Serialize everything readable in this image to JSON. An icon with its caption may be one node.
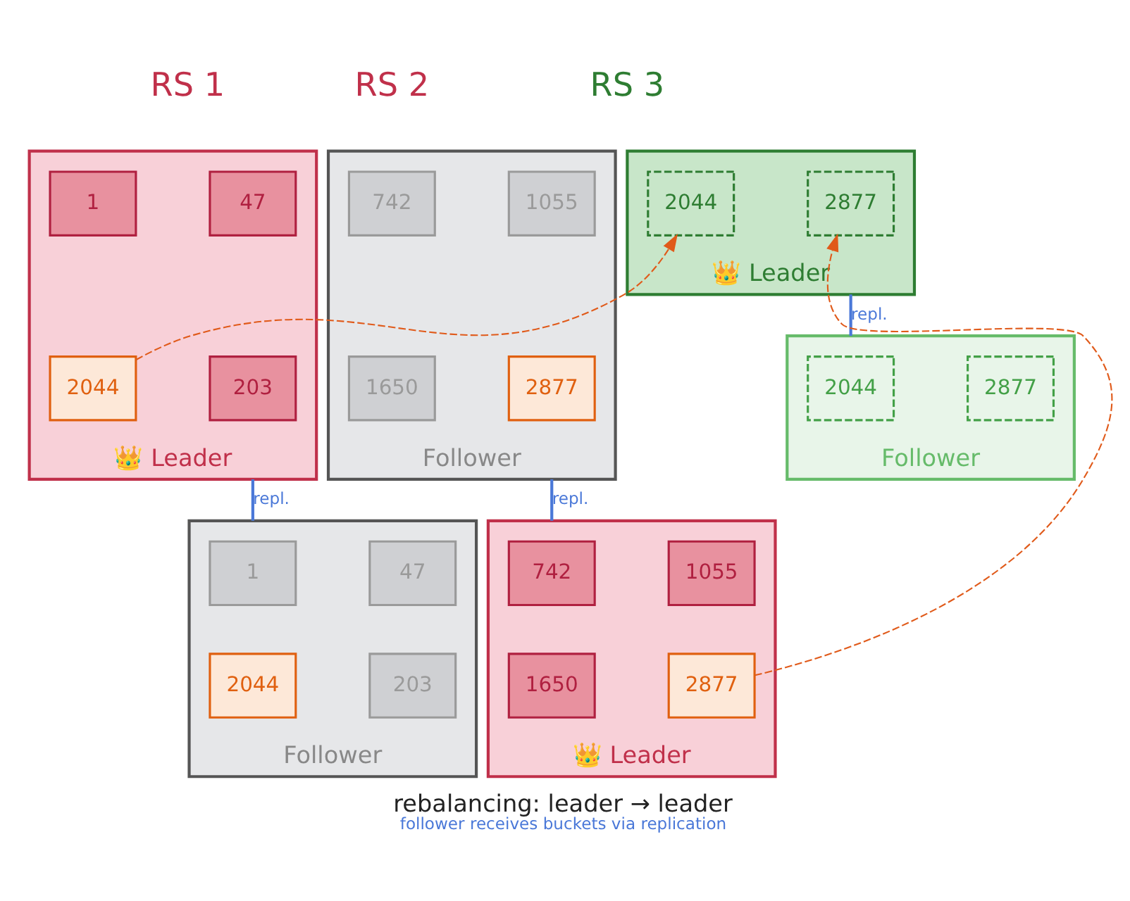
{
  "diagram": {
    "title": "rebalancing: leader → leader",
    "caption": "follower receives buckets via replication",
    "nodes": [
      {
        "text": [
          "👑 Leader"
        ]
      },
      {
        "text": [
          "1"
        ],
        "in": 0
      },
      {
        "text": [
          "47"
        ],
        "in": 0
      },
      {
        "text": [
          "2044"
        ],
        "in": 0
      },
      {
        "text": [
          "203"
        ],
        "in": 0
      },
      {
        "text": [
          "Follower"
        ]
      },
      {
        "text": [
          "742"
        ],
        "in": 5
      },
      {
        "text": [
          "1055"
        ],
        "in": 5
      },
      {
        "text": [
          "1650"
        ],
        "in": 5
      },
      {
        "text": [
          "2877"
        ],
        "in": 5
      },
      {
        "text": [
          "👑 Leader"
        ]
      },
      {
        "text": [
          "2044"
        ],
        "in": 10
      },
      {
        "text": [
          "2877"
        ],
        "in": 10
      },
      {
        "text": [
          "Follower"
        ]
      },
      {
        "text": [
          "1"
        ],
        "in": 13
      },
      {
        "text": [
          "47"
        ],
        "in": 13
      },
      {
        "text": [
          "2044"
        ],
        "in": 13
      },
      {
        "text": [
          "203"
        ],
        "in": 13
      },
      {
        "text": [
          "👑 Leader"
        ]
      },
      {
        "text": [
          "742"
        ],
        "in": 18
      },
      {
        "text": [
          "1055"
        ],
        "in": 18
      },
      {
        "text": [
          "1650"
        ],
        "in": 18
      },
      {
        "text": [
          "2877"
        ],
        "in": 18
      },
      {
        "text": [
          "Follower"
        ]
      },
      {
        "text": [
          "2044"
        ],
        "in": 23
      },
      {
        "text": [
          "2877"
        ],
        "in": 23
      }
    ],
    "edges": [
      {
        "from": 0,
        "to": 13,
        "arrow": "none",
        "label": "repl.",
        "color": "#4a78d8"
      },
      {
        "from": 5,
        "to": 18,
        "arrow": "none",
        "label": "repl.",
        "color": "#4a78d8"
      },
      {
        "from": 10,
        "to": 23,
        "arrow": "none",
        "label": "repl.",
        "color": "#4a78d8"
      },
      {
        "from": 3,
        "to": 11,
        "arrow": "to",
        "style": "dashed",
        "color": "#e05a1a"
      },
      {
        "from": 22,
        "to": 12,
        "arrow": "to",
        "style": "dashed",
        "color": "#e05a1a"
      }
    ],
    "labels": [
      "RS 1",
      "RS 2",
      "RS 3"
    ]
  }
}
